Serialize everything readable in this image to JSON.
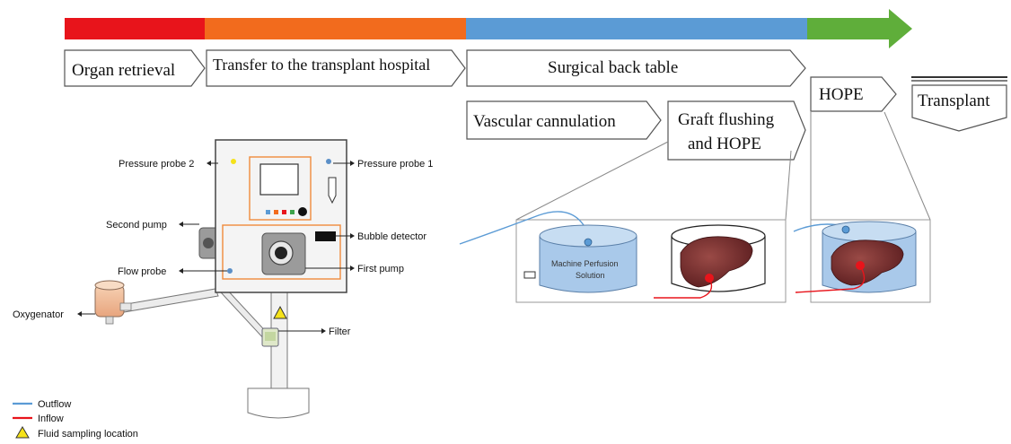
{
  "timeline": {
    "stages": [
      {
        "label": "Organ retrieval",
        "color": "#e8141b"
      },
      {
        "label": "Transfer to the transplant hospital",
        "color": "#f26b1d"
      },
      {
        "label": "Surgical back table",
        "color": "#5b9bd5"
      },
      {
        "label": "",
        "color": "#5fae3a"
      }
    ],
    "sub_steps": {
      "vascular": "Vascular cannulation",
      "graft_line1": "Graft flushing",
      "graft_line2": "and HOPE",
      "hope": "HOPE",
      "transplant": "Transplant"
    }
  },
  "machine": {
    "labels": {
      "pressure_probe_2": "Pressure probe 2",
      "pressure_probe_1": "Pressure probe 1",
      "second_pump": "Second pump",
      "bubble_detector": "Bubble detector",
      "flow_probe": "Flow probe",
      "first_pump": "First pump",
      "oxygenator": "Oxygenator",
      "filter": "Filter"
    },
    "colors": {
      "orange_outline": "#f08a3c",
      "yellow_probe": "#f5e21a",
      "blue_probe": "#5b8fc7"
    }
  },
  "panels": {
    "solution_label_line1": "Machine Perfusion",
    "solution_label_line2": "Solution"
  },
  "legend": {
    "items": [
      {
        "label": "Outflow",
        "color": "#5b9bd5",
        "symbol": "line"
      },
      {
        "label": "Inflow",
        "color": "#e8141b",
        "symbol": "line"
      },
      {
        "label": "Fluid sampling location",
        "color": "#f5e21a",
        "symbol": "triangle"
      }
    ]
  }
}
